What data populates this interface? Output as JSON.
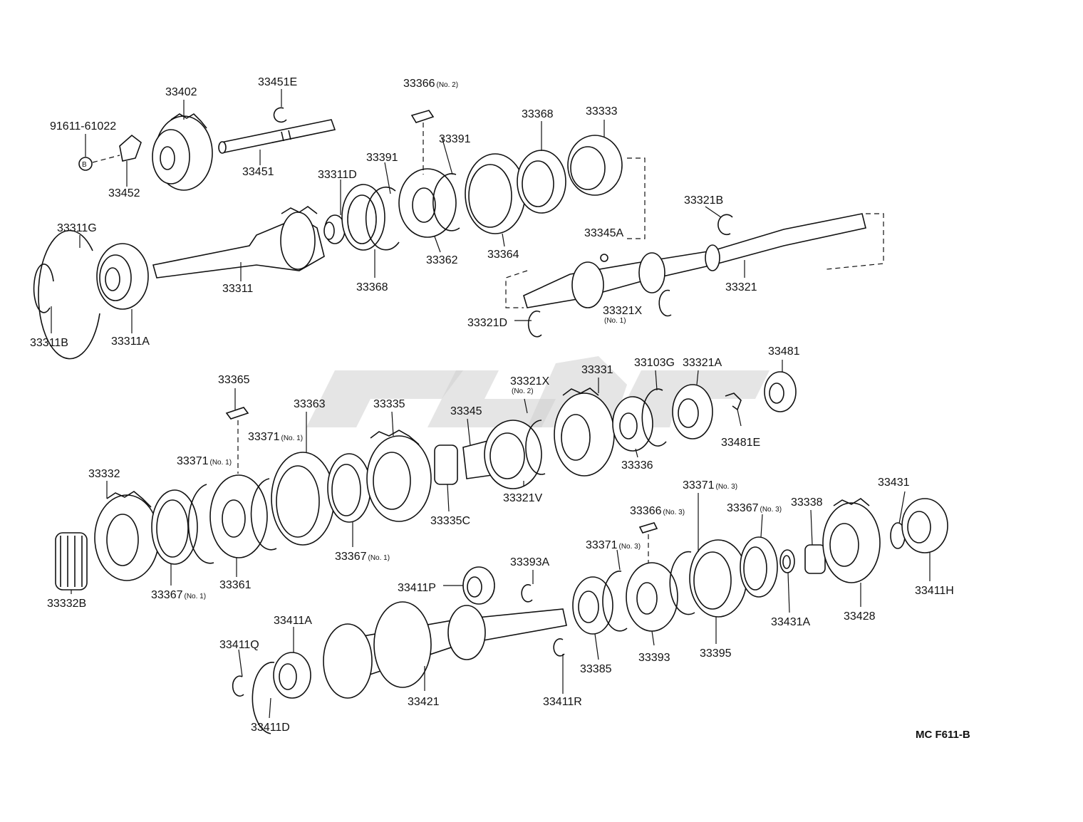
{
  "diagram": {
    "footer_code": "MC F611-B",
    "labels": [
      {
        "id": "91611-61022",
        "text": "91611-61022",
        "sub": ""
      },
      {
        "id": "33402",
        "text": "33402",
        "sub": ""
      },
      {
        "id": "33451E",
        "text": "33451E",
        "sub": ""
      },
      {
        "id": "33451",
        "text": "33451",
        "sub": ""
      },
      {
        "id": "33452",
        "text": "33452",
        "sub": ""
      },
      {
        "id": "33366-2",
        "text": "33366",
        "sub": "(No. 2)"
      },
      {
        "id": "33391-a",
        "text": "33391",
        "sub": ""
      },
      {
        "id": "33391-b",
        "text": "33391",
        "sub": ""
      },
      {
        "id": "33368-a",
        "text": "33368",
        "sub": ""
      },
      {
        "id": "33333",
        "text": "33333",
        "sub": ""
      },
      {
        "id": "33311D",
        "text": "33311D",
        "sub": ""
      },
      {
        "id": "33311G",
        "text": "33311G",
        "sub": ""
      },
      {
        "id": "33311",
        "text": "33311",
        "sub": ""
      },
      {
        "id": "33368-b",
        "text": "33368",
        "sub": ""
      },
      {
        "id": "33362",
        "text": "33362",
        "sub": ""
      },
      {
        "id": "33364",
        "text": "33364",
        "sub": ""
      },
      {
        "id": "33321B",
        "text": "33321B",
        "sub": ""
      },
      {
        "id": "33345A",
        "text": "33345A",
        "sub": ""
      },
      {
        "id": "33321",
        "text": "33321",
        "sub": ""
      },
      {
        "id": "33321X-1",
        "text": "33321X",
        "sub": "(No. 1)"
      },
      {
        "id": "33321D",
        "text": "33321D",
        "sub": ""
      },
      {
        "id": "33311B",
        "text": "33311B",
        "sub": ""
      },
      {
        "id": "33311A",
        "text": "33311A",
        "sub": ""
      },
      {
        "id": "33481",
        "text": "33481",
        "sub": ""
      },
      {
        "id": "33365",
        "text": "33365",
        "sub": ""
      },
      {
        "id": "33321X-2",
        "text": "33321X",
        "sub": "(No. 2)"
      },
      {
        "id": "33331",
        "text": "33331",
        "sub": ""
      },
      {
        "id": "33103G",
        "text": "33103G",
        "sub": ""
      },
      {
        "id": "33321A",
        "text": "33321A",
        "sub": ""
      },
      {
        "id": "33363",
        "text": "33363",
        "sub": ""
      },
      {
        "id": "33335",
        "text": "33335",
        "sub": ""
      },
      {
        "id": "33345",
        "text": "33345",
        "sub": ""
      },
      {
        "id": "33371-1a",
        "text": "33371",
        "sub": "(No. 1)"
      },
      {
        "id": "33371-1b",
        "text": "33371",
        "sub": "(No. 1)"
      },
      {
        "id": "33481E",
        "text": "33481E",
        "sub": ""
      },
      {
        "id": "33336",
        "text": "33336",
        "sub": ""
      },
      {
        "id": "33332",
        "text": "33332",
        "sub": ""
      },
      {
        "id": "33321V",
        "text": "33321V",
        "sub": ""
      },
      {
        "id": "33335C",
        "text": "33335C",
        "sub": ""
      },
      {
        "id": "33371-3a",
        "text": "33371",
        "sub": "(No. 3)"
      },
      {
        "id": "33431",
        "text": "33431",
        "sub": ""
      },
      {
        "id": "33366-3",
        "text": "33366",
        "sub": "(No. 3)"
      },
      {
        "id": "33367-3",
        "text": "33367",
        "sub": "(No. 3)"
      },
      {
        "id": "33338",
        "text": "33338",
        "sub": ""
      },
      {
        "id": "33367-1a",
        "text": "33367",
        "sub": "(No. 1)"
      },
      {
        "id": "33371-3b",
        "text": "33371",
        "sub": "(No. 3)"
      },
      {
        "id": "33393A",
        "text": "33393A",
        "sub": ""
      },
      {
        "id": "33411P",
        "text": "33411P",
        "sub": ""
      },
      {
        "id": "33367-1b",
        "text": "33367",
        "sub": "(No. 1)"
      },
      {
        "id": "33361",
        "text": "33361",
        "sub": ""
      },
      {
        "id": "33411H",
        "text": "33411H",
        "sub": ""
      },
      {
        "id": "33332B",
        "text": "33332B",
        "sub": ""
      },
      {
        "id": "33428",
        "text": "33428",
        "sub": ""
      },
      {
        "id": "33411A",
        "text": "33411A",
        "sub": ""
      },
      {
        "id": "33431A",
        "text": "33431A",
        "sub": ""
      },
      {
        "id": "33411Q",
        "text": "33411Q",
        "sub": ""
      },
      {
        "id": "33395",
        "text": "33395",
        "sub": ""
      },
      {
        "id": "33385",
        "text": "33385",
        "sub": ""
      },
      {
        "id": "33393",
        "text": "33393",
        "sub": ""
      },
      {
        "id": "33421",
        "text": "33421",
        "sub": ""
      },
      {
        "id": "33411R",
        "text": "33411R",
        "sub": ""
      },
      {
        "id": "33411D",
        "text": "33411D",
        "sub": ""
      }
    ]
  }
}
